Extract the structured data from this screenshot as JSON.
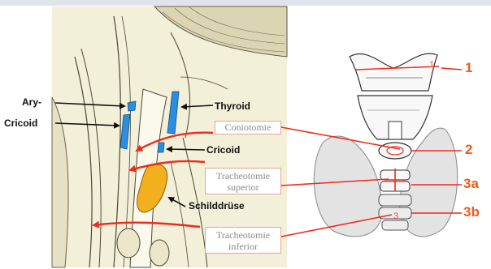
{
  "labels": {
    "ary": "Ary-",
    "cricoid_left": "Cricoid",
    "thyroid": "Thyroid",
    "cricoid_center": "Cricoid",
    "schilddruese": "Schilddrüse"
  },
  "procedures": {
    "coniotomie": "Coniotomie",
    "tracheotomie_superior_1": "Tracheotomie",
    "tracheotomie_superior_2": "superior",
    "tracheotomie_inferior_1": "Tracheotomie",
    "tracheotomie_inferior_2": "inferior"
  },
  "markers": {
    "m1": "1",
    "m2": "2",
    "m3a": "3a",
    "m3b": "3b",
    "small_1": "1",
    "small_3": "3"
  },
  "colors": {
    "arrow": "#ef2a1c",
    "cartilage_blue": "#2b8fe0",
    "thyroid_gland": "#f2b01e",
    "marker_orange": "#f05a1a",
    "anatomy_bg": "#f3f0d9"
  }
}
